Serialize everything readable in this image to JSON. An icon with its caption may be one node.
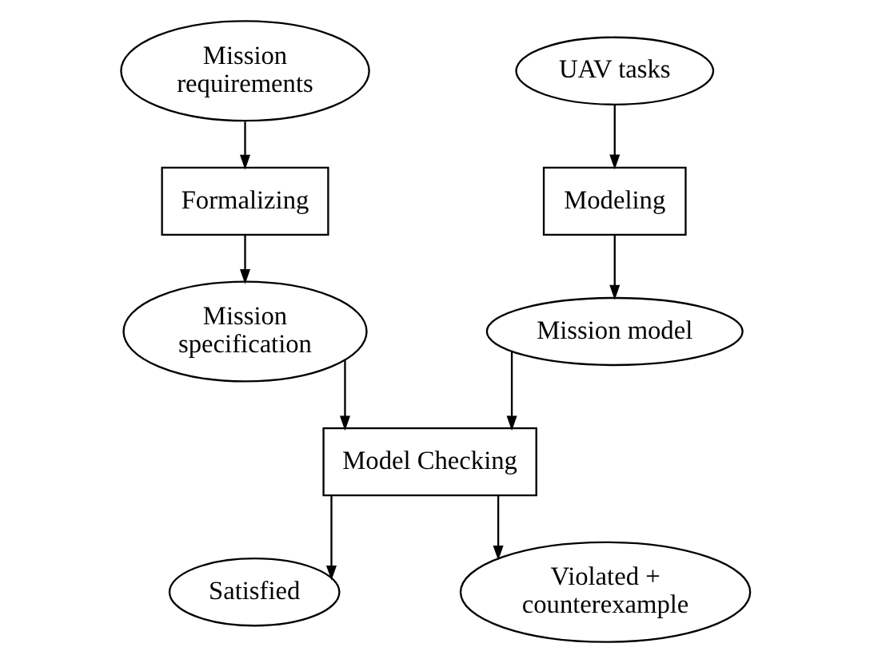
{
  "diagram": {
    "nodes": [
      {
        "text": [
          "Mission requirements"
        ]
      },
      {
        "text": [
          "UAV tasks"
        ]
      },
      {
        "text": [
          "Formalizing"
        ]
      },
      {
        "text": [
          "Modeling"
        ]
      },
      {
        "text": [
          "Mission specification"
        ]
      },
      {
        "text": [
          "Mission model"
        ]
      },
      {
        "text": [
          "Model Checking"
        ]
      },
      {
        "text": [
          "Satisfied"
        ]
      },
      {
        "text": [
          "Violated + counterexample"
        ]
      }
    ],
    "edges": [
      {
        "from": 0,
        "to": 2,
        "arrow": "to"
      },
      {
        "from": 2,
        "to": 4,
        "arrow": "to"
      },
      {
        "from": 1,
        "to": 3,
        "arrow": "to"
      },
      {
        "from": 3,
        "to": 5,
        "arrow": "to"
      },
      {
        "from": 4,
        "to": 6,
        "arrow": "to"
      },
      {
        "from": 5,
        "to": 6,
        "arrow": "to"
      },
      {
        "from": 6,
        "to": 7,
        "arrow": "to"
      },
      {
        "from": 6,
        "to": 8,
        "arrow": "to"
      }
    ]
  }
}
